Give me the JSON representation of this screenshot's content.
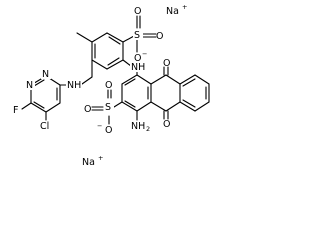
{
  "structure": {
    "counterions": [
      {
        "symbol": "Na",
        "charge": "+"
      },
      {
        "symbol": "Na",
        "charge": "+"
      }
    ],
    "sulfonate_top": {
      "s": "S",
      "o_upper": "O",
      "o_right": "O",
      "o_minus": "O",
      "minus": "−"
    },
    "sulfonate_bottom": {
      "s": "S",
      "o_top": "O",
      "o_left": "O",
      "o_minus": "O",
      "minus": "−"
    },
    "pyrimidine": {
      "n1": "N",
      "n2": "N"
    },
    "substituents": {
      "f": "F",
      "cl": "Cl",
      "nh_linker": "NH",
      "nh_aryl": "NH",
      "carbonyl_top": "O",
      "carbonyl_bottom": "O",
      "amino": "NH",
      "amino_sub": "2"
    }
  },
  "colors": {
    "ink": "#000000",
    "background": "#ffffff"
  }
}
